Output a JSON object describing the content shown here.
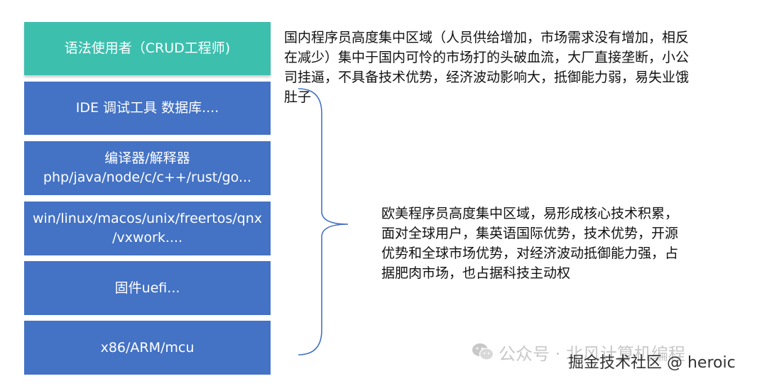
{
  "layers": [
    {
      "label": "语法使用者（CRUD工程师)"
    },
    {
      "label": "IDE 调试工具 数据库...."
    },
    {
      "label": "编译器/解释器\nphp/java/node/c/c++/rust/go..."
    },
    {
      "label": "win/linux/macos/unix/freertos/qnx\n/vxwork...."
    },
    {
      "label": "固件uefi..."
    },
    {
      "label": "x86/ARM/mcu"
    }
  ],
  "notes": {
    "domestic": "国内程序员高度集中区域（人员供给增加，市场需求没有增加，相反在减少）集中于国内可怜的市场打的头破血流，大厂直接垄断，小公司挂逼，不具备技术优势，经济波动影响大，抵御能力弱，易失业饿肚子",
    "western": "欧美程序员高度集中区域，易形成核心技术积累，面对全球用户，集英语国际优势，技术优势，开源优势和全球市场优势，对经济波动抵御能力强，占据肥肉市场，也占据科技主动权"
  },
  "watermark": {
    "icon": "wechat-icon",
    "account": "公众号 · 北风计算机编程",
    "site": "掘金技术社区 @ heroic"
  },
  "colors": {
    "teal": "#3dbfae",
    "blue": "#4472c4",
    "brace": "#4472c4"
  }
}
